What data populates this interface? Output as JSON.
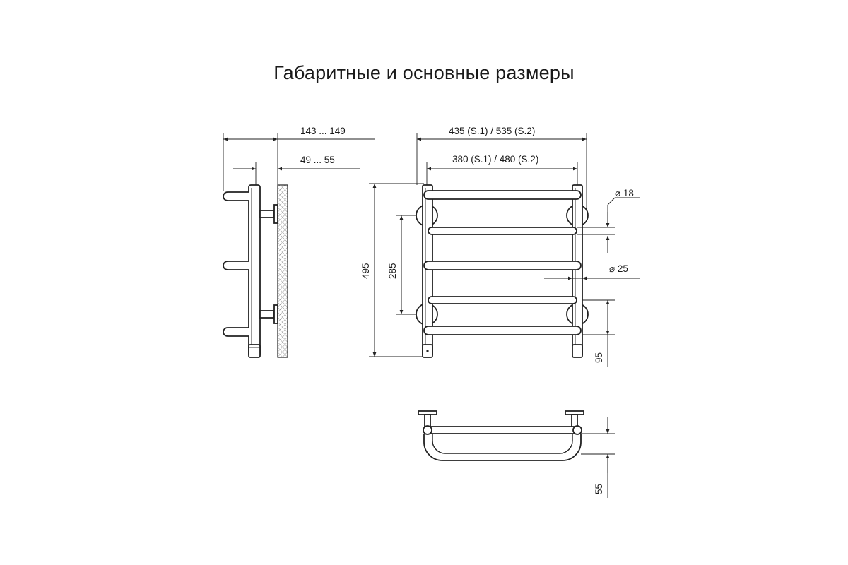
{
  "title": "Габаритные и основные размеры",
  "dimensions": {
    "side_depth_total": "143 ... 149",
    "side_depth_wall": "49 ... 55",
    "front_width_total": "435 (S.1) / 535 (S.2)",
    "front_width_inner": "380 (S.1) / 480 (S.2)",
    "height_total": "495",
    "mount_spacing": "285",
    "bar_diameter": "⌀ 18",
    "post_diameter": "⌀ 25",
    "bottom_offset": "95",
    "top_depth": "55"
  },
  "colors": {
    "line": "#222222",
    "text": "#1a1a1a",
    "background": "#ffffff"
  }
}
